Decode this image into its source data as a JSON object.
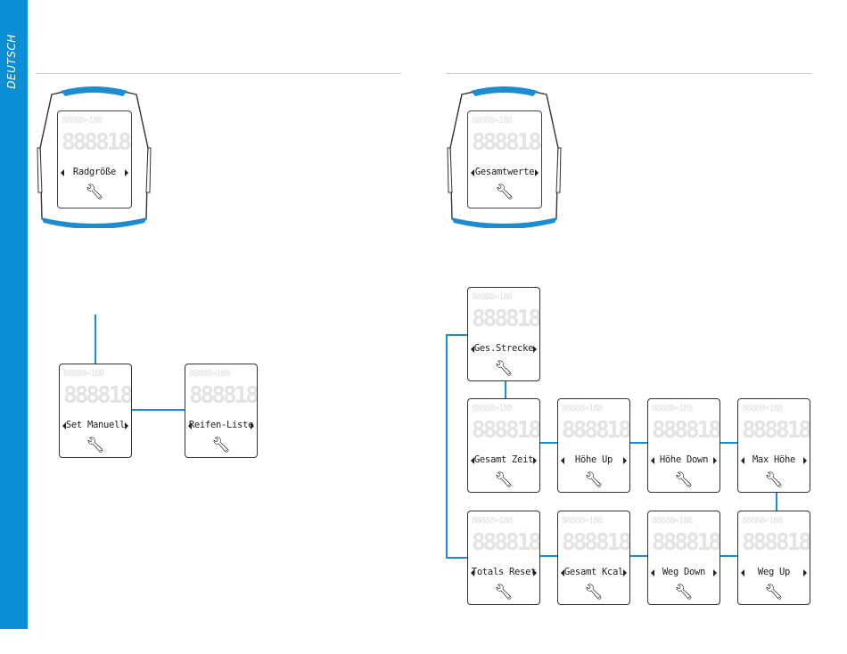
{
  "sidebar": {
    "label": "DEUTSCH",
    "color": "#0a8ed6"
  },
  "accent": "#1a8ccf",
  "segment_text": {
    "top": "88888≈188",
    "big": "8888188"
  },
  "left": {
    "device": {
      "label": "Radgröße"
    },
    "screens": [
      {
        "label": "Set Manuell"
      },
      {
        "label": "Reifen-Liste"
      }
    ]
  },
  "right": {
    "device": {
      "label": "Gesamtwerte"
    },
    "screens": [
      {
        "label": "Ges.Strecke"
      },
      {
        "label": "Gesamt Zeit"
      },
      {
        "label": "Höhe Up"
      },
      {
        "label": "Höhe Down"
      },
      {
        "label": "Max Höhe"
      },
      {
        "label": "Totals Reset"
      },
      {
        "label": "Gesamt Kcal"
      },
      {
        "label": "Weg Down"
      },
      {
        "label": "Weg Up"
      }
    ]
  },
  "icons": {
    "wrench": "wrench-icon",
    "arrow_left": "arrow-left-icon",
    "arrow_right": "arrow-right-icon"
  }
}
